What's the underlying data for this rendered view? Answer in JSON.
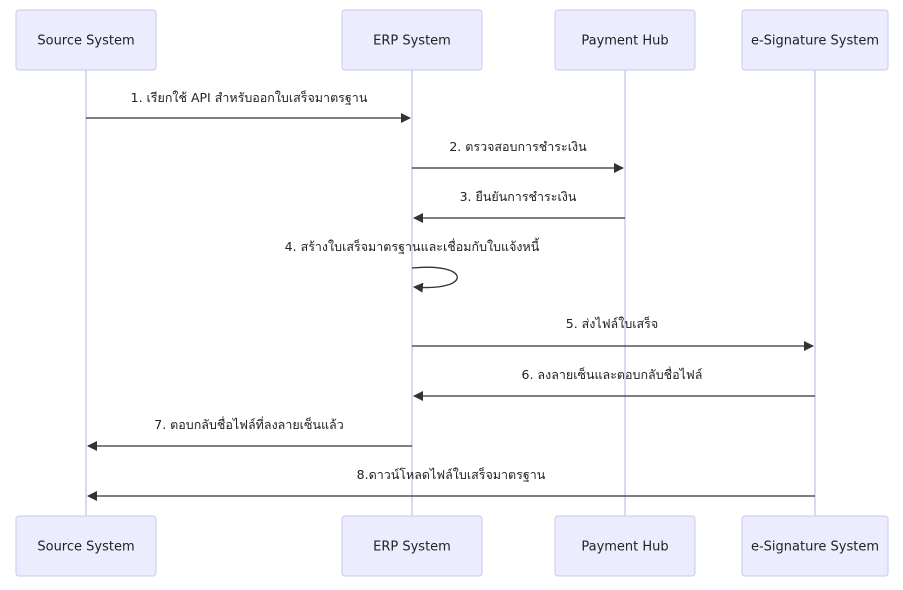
{
  "participants": [
    {
      "id": "source",
      "label": "Source System"
    },
    {
      "id": "erp",
      "label": "ERP System"
    },
    {
      "id": "payment",
      "label": "Payment Hub"
    },
    {
      "id": "esign",
      "label": "e-Signature System"
    }
  ],
  "messages": [
    {
      "from": "source",
      "to": "erp",
      "text": "1. เรียกใช้ API สำหรับออกใบเสร็จมาตรฐาน"
    },
    {
      "from": "erp",
      "to": "payment",
      "text": "2. ตรวจสอบการชำระเงิน"
    },
    {
      "from": "payment",
      "to": "erp",
      "text": "3. ยืนยันการชำระเงิน"
    },
    {
      "from": "erp",
      "to": "erp",
      "text": "4. สร้างใบเสร็จมาตรฐานและเชื่อมกับใบแจ้งหนี้"
    },
    {
      "from": "erp",
      "to": "esign",
      "text": "5. ส่งไฟล์ใบเสร็จ"
    },
    {
      "from": "esign",
      "to": "erp",
      "text": "6. ลงลายเซ็นและตอบกลับชื่อไฟล์"
    },
    {
      "from": "erp",
      "to": "source",
      "text": "7. ตอบกลับชื่อไฟล์ที่ลงลายเซ็นแล้ว"
    },
    {
      "from": "esign",
      "to": "source",
      "text": "8.ดาวน์โหลดไฟล์ใบเสร็จมาตรฐาน"
    }
  ],
  "colors": {
    "actor_fill": "#ECECFF",
    "actor_border": "#c9c9ef",
    "lifeline": "#cfcff0",
    "arrow": "#333333",
    "text": "#222222"
  }
}
